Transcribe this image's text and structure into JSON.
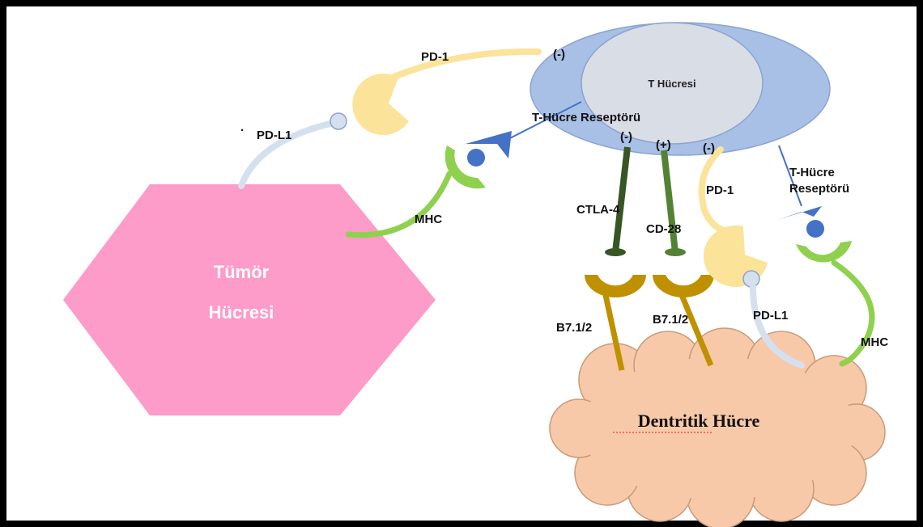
{
  "colors": {
    "tumor_fill": "#fd9bc9",
    "t_cell_outer": "#a9c0e6",
    "t_cell_inner": "#d9dde6",
    "dendritic_fill": "#f7c9a8",
    "pd1": "#fbe39a",
    "pdl1": "#d5e0ef",
    "mhc": "#8fd14f",
    "tcr": "#4472c4",
    "ctla4": "#375623",
    "cd28": "#548235",
    "b7": "#bf9000"
  },
  "labels": {
    "tumor_line1": "Tümör",
    "tumor_line2": "Hücresi",
    "t_cell": "T Hücresi",
    "dendritic": "Dentritik Hücre",
    "pd1_left": "PD-1",
    "pd1_right": "PD-1",
    "pdl1_left": "PD-L1",
    "pdl1_right": "PD-L1",
    "pdl1_dot": "·",
    "tcr_left": "T-Hücre Reseptörü",
    "tcr_right_line1": "T-Hücre",
    "tcr_right_line2": "Reseptörü",
    "mhc_left": "MHC",
    "mhc_right": "MHC",
    "ctla4": "CTLA-4",
    "cd28": "CD-28",
    "b7_left": "B7.1/2",
    "b7_right": "B7.1/2",
    "sign_pd1_top": "(-)",
    "sign_ctla4": "(-)",
    "sign_cd28": "(+)",
    "sign_pd1_right": "(-)"
  }
}
